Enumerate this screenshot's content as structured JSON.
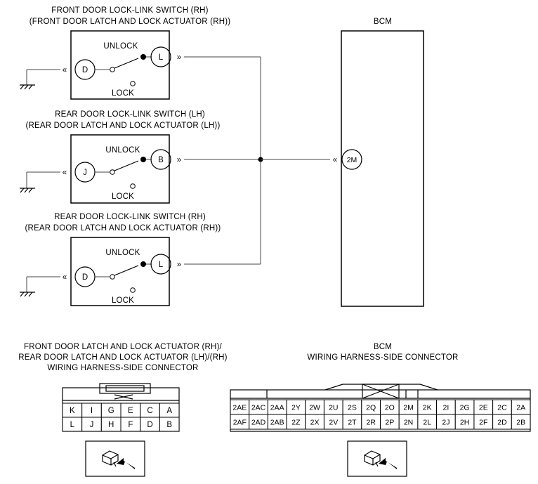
{
  "switches": [
    {
      "title_line1": "FRONT DOOR LOCK-LINK SWITCH (RH)",
      "title_line2": "(FRONT DOOR LATCH AND LOCK ACTUATOR (RH))",
      "ground_pin": "D",
      "output_pin": "L",
      "unlock_label": "UNLOCK",
      "lock_label": "LOCK"
    },
    {
      "title_line1": "REAR DOOR LOCK-LINK SWITCH (LH)",
      "title_line2": "(REAR DOOR LATCH AND LOCK ACTUATOR (LH))",
      "ground_pin": "J",
      "output_pin": "B",
      "unlock_label": "UNLOCK",
      "lock_label": "LOCK"
    },
    {
      "title_line1": "REAR DOOR LOCK-LINK SWITCH (RH)",
      "title_line2": "(REAR DOOR LATCH AND LOCK ACTUATOR (RH))",
      "ground_pin": "D",
      "output_pin": "L",
      "unlock_label": "UNLOCK",
      "lock_label": "LOCK"
    }
  ],
  "bcm": {
    "title": "BCM",
    "pin": "2M"
  },
  "actuator_connector": {
    "title_line1": "FRONT DOOR LATCH AND LOCK ACTUATOR (RH)/",
    "title_line2": "REAR DOOR LATCH AND LOCK ACTUATOR (LH)/(RH)",
    "title_line3": "WIRING HARNESS-SIDE CONNECTOR",
    "row1": [
      "K",
      "I",
      "G",
      "E",
      "C",
      "A"
    ],
    "row2": [
      "L",
      "J",
      "H",
      "F",
      "D",
      "B"
    ]
  },
  "bcm_connector": {
    "title_line1": "BCM",
    "title_line2": "WIRING HARNESS-SIDE CONNECTOR",
    "row1": [
      "2AE",
      "2AC",
      "2AA",
      "2Y",
      "2W",
      "2U",
      "2S",
      "2Q",
      "2O",
      "2M",
      "2K",
      "2I",
      "2G",
      "2E",
      "2C",
      "2A"
    ],
    "row2": [
      "2AF",
      "2AD",
      "2AB",
      "2Z",
      "2X",
      "2V",
      "2T",
      "2R",
      "2P",
      "2N",
      "2L",
      "2J",
      "2H",
      "2F",
      "2D",
      "2B"
    ]
  }
}
